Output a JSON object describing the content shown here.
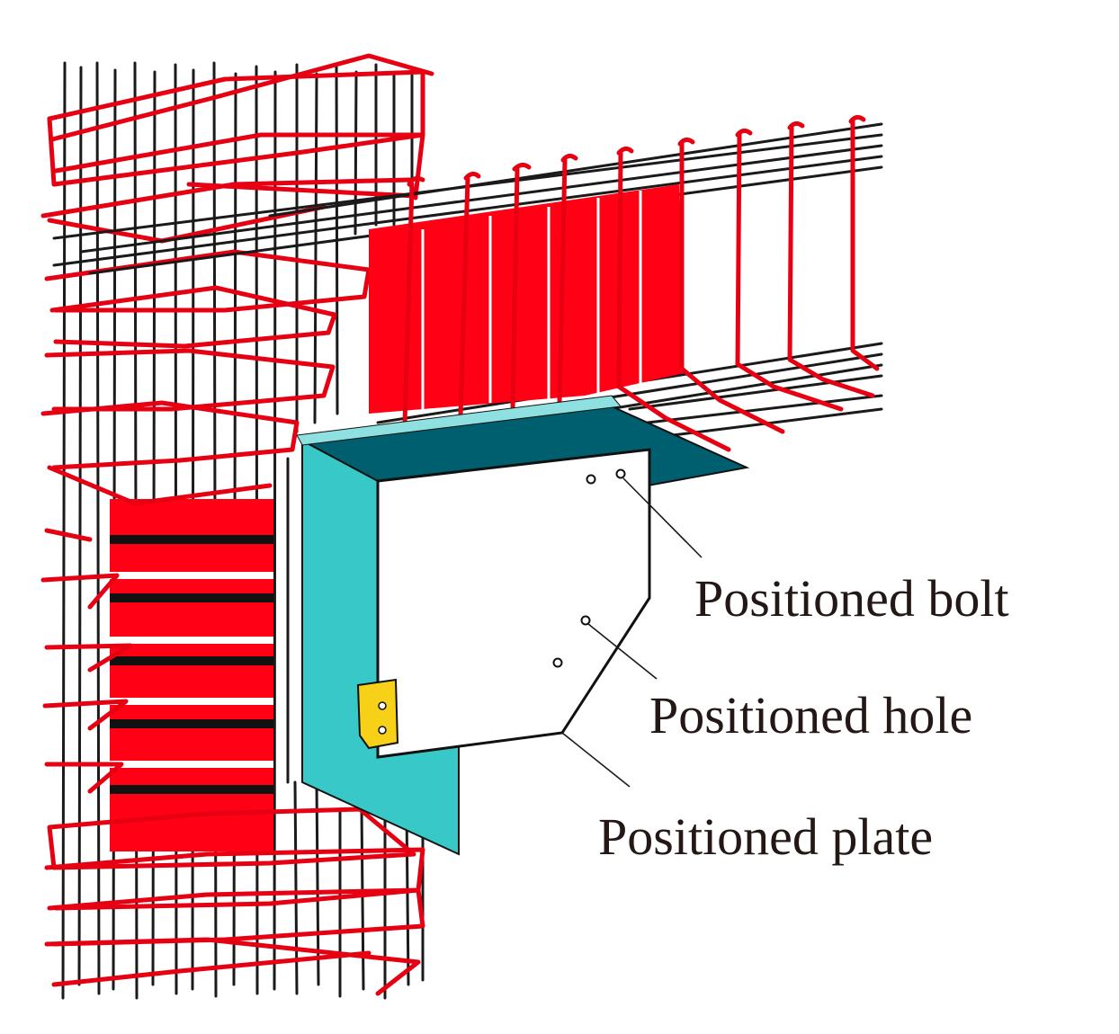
{
  "annotations": {
    "bolt_label": "Positioned bolt",
    "hole_label": "Positioned hole",
    "plate_label": "Positioned plate"
  },
  "colors": {
    "rebar_stirrup": "#e60012",
    "rebar_longitudinal": "#1a1a1a",
    "shear_panel": "#ff0015",
    "plate_side": "#38c8c8",
    "plate_top": "#005f6e",
    "plate_face": "#ffffff",
    "connector": "#f7d117"
  }
}
